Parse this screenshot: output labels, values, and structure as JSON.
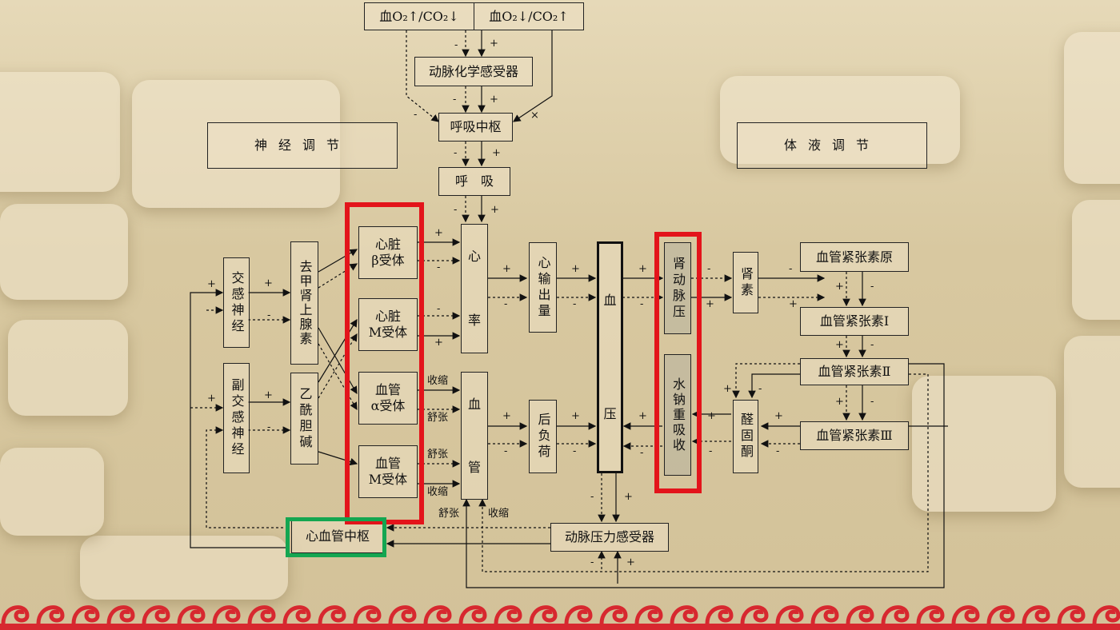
{
  "header": {
    "box_left": "血O₂↑/CO₂↓",
    "box_right": "血O₂↓/CO₂↑"
  },
  "nodes": {
    "chemoreceptor": "动脉化学感受器",
    "resp_center": "呼吸中枢",
    "respiration": "呼　吸",
    "neural_title": "神经调节",
    "humoral_title": "体液调节",
    "sympathetic": "交感神经",
    "parasympathetic": "副交感神经",
    "norepinephrine": "去甲肾上腺素",
    "acetylcholine": "乙酰胆碱",
    "heart_beta_1": "心脏",
    "heart_beta_2": "β受体",
    "heart_m_1": "心脏",
    "heart_m_2": "M受体",
    "vessel_alpha_1": "血管",
    "vessel_alpha_2": "α受体",
    "vessel_m_1": "血管",
    "vessel_m_2": "M受体",
    "heart_rate_1": "心",
    "heart_rate_2": "率",
    "vessel_1": "血",
    "vessel_2": "管",
    "cardiac_output": "心输出量",
    "afterload": "后负荷",
    "bp_1": "血",
    "bp_2": "压",
    "renal_pressure": "肾动脉压",
    "water_na": "水钠重吸收",
    "renin": "肾素",
    "angiotensinogen": "血管紧张素原",
    "ang1": "血管紧张素Ⅰ",
    "ang2": "血管紧张素Ⅱ",
    "ang3": "血管紧张素Ⅲ",
    "aldosterone": "醛固酮",
    "cv_center": "心血管中枢",
    "baroreceptor": "动脉压力感受器"
  },
  "labels": {
    "plus": "+",
    "minus": "-",
    "cross": "×",
    "contract": "收缩",
    "relax": "舒张"
  },
  "colors": {
    "highlight_red": "#e3141b",
    "highlight_green": "#14a651",
    "border_red": "#d7282f"
  }
}
